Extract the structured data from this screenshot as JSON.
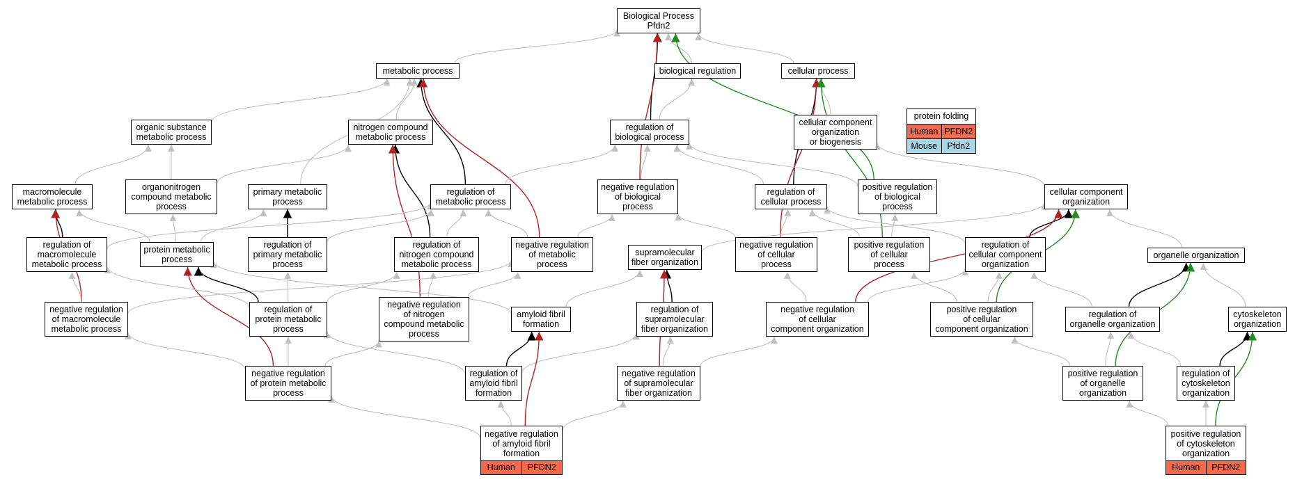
{
  "nodes": {
    "root": [
      "Biological Process",
      "Pfdn2"
    ],
    "metabolic": [
      "metabolic process"
    ],
    "bioreg": [
      "biological regulation"
    ],
    "cellproc": [
      "cellular process"
    ],
    "orgsub": [
      "organic substance",
      "metabolic process"
    ],
    "nitrogen": [
      "nitrogen compound",
      "metabolic process"
    ],
    "regbio": [
      "regulation of",
      "biological process"
    ],
    "ccob": [
      "cellular component",
      "organization",
      "or biogenesis"
    ],
    "macro": [
      "macromolecule",
      "metabolic process"
    ],
    "orgnitro": [
      "organonitrogen",
      "compound metabolic",
      "process"
    ],
    "primary": [
      "primary metabolic",
      "process"
    ],
    "regmet": [
      "regulation of",
      "metabolic process"
    ],
    "negbio": [
      "negative regulation",
      "of biological",
      "process"
    ],
    "regcell": [
      "regulation of",
      "cellular process"
    ],
    "posbio": [
      "positive regulation",
      "of biological",
      "process"
    ],
    "ccorg": [
      "cellular component",
      "organization"
    ],
    "regmacro": [
      "regulation of",
      "macromolecule",
      "metabolic process"
    ],
    "protmet": [
      "protein metabolic",
      "process"
    ],
    "regprim": [
      "regulation of",
      "primary metabolic",
      "process"
    ],
    "regnitro": [
      "regulation of",
      "nitrogen compound",
      "metabolic process"
    ],
    "negmet": [
      "negative regulation",
      "of metabolic",
      "process"
    ],
    "supra": [
      "supramolecular",
      "fiber organization"
    ],
    "negcell": [
      "negative regulation",
      "of cellular",
      "process"
    ],
    "poscell": [
      "positive regulation",
      "of cellular",
      "process"
    ],
    "regcc": [
      "regulation of",
      "cellular component",
      "organization"
    ],
    "organelle": [
      "organelle organization"
    ],
    "negmacro": [
      "negative regulation",
      "of macromolecule",
      "metabolic process"
    ],
    "regprot": [
      "regulation of",
      "protein metabolic",
      "process"
    ],
    "negnitro": [
      "negative regulation",
      "of nitrogen",
      "compound metabolic",
      "process"
    ],
    "amyloid": [
      "amyloid fibril",
      "formation"
    ],
    "regsupra": [
      "regulation of",
      "supramolecular",
      "fiber organization"
    ],
    "negcc": [
      "negative regulation",
      "of cellular",
      "component organization"
    ],
    "poscc": [
      "positive regulation",
      "of cellular",
      "component organization"
    ],
    "regorg": [
      "regulation of",
      "organelle organization"
    ],
    "cyto": [
      "cytoskeleton",
      "organization"
    ],
    "negprot": [
      "negative regulation",
      "of protein metabolic",
      "process"
    ],
    "regamy": [
      "regulation of",
      "amyloid fibril",
      "formation"
    ],
    "negsupra": [
      "negative regulation",
      "of supramolecular",
      "fiber organization"
    ],
    "posorg": [
      "positive regulation",
      "of organelle",
      "organization"
    ],
    "regcyto": [
      "regulation of",
      "cytoskeleton",
      "organization"
    ],
    "negamy": [
      "negative regulation",
      "of amyloid fibril",
      "formation"
    ],
    "poscyto": [
      "positive regulation",
      "of cytoskeleton",
      "organization"
    ]
  },
  "gene_tags": {
    "negamy": [
      "Human",
      "PFDN2"
    ],
    "poscyto": [
      "Human",
      "PFDN2"
    ]
  },
  "legend": {
    "title": "protein folding",
    "rows": [
      {
        "species": "Human",
        "gene": "PFDN2",
        "color": "#f26a4b"
      },
      {
        "species": "Mouse",
        "gene": "Pfdn2",
        "color": "#a9d7e6"
      }
    ]
  },
  "edge_colors": {
    "is_a": "#c0c0c0",
    "regulates": "#000000",
    "negatively_regulates": "#b22222",
    "positively_regulates": "#228b22"
  },
  "edges": [
    {
      "from": "metabolic",
      "to": "root",
      "type": "is_a"
    },
    {
      "from": "bioreg",
      "to": "root",
      "type": "is_a"
    },
    {
      "from": "cellproc",
      "to": "root",
      "type": "is_a"
    },
    {
      "from": "regbio",
      "to": "root",
      "type": "regulates"
    },
    {
      "from": "negbio",
      "to": "root",
      "type": "negatively_regulates"
    },
    {
      "from": "posbio",
      "to": "root",
      "type": "positively_regulates"
    },
    {
      "from": "regbio",
      "to": "bioreg",
      "type": "is_a"
    },
    {
      "from": "orgsub",
      "to": "metabolic",
      "type": "is_a"
    },
    {
      "from": "nitrogen",
      "to": "metabolic",
      "type": "is_a"
    },
    {
      "from": "primary",
      "to": "metabolic",
      "type": "is_a"
    },
    {
      "from": "regmet",
      "to": "metabolic",
      "type": "regulates"
    },
    {
      "from": "negmet",
      "to": "metabolic",
      "type": "negatively_regulates"
    },
    {
      "from": "ccob",
      "to": "cellproc",
      "type": "is_a"
    },
    {
      "from": "regcell",
      "to": "cellproc",
      "type": "regulates"
    },
    {
      "from": "negcell",
      "to": "cellproc",
      "type": "negatively_regulates"
    },
    {
      "from": "poscell",
      "to": "cellproc",
      "type": "positively_regulates"
    },
    {
      "from": "macro",
      "to": "orgsub",
      "type": "is_a"
    },
    {
      "from": "orgnitro",
      "to": "orgsub",
      "type": "is_a"
    },
    {
      "from": "orgnitro",
      "to": "nitrogen",
      "type": "is_a"
    },
    {
      "from": "regnitro",
      "to": "nitrogen",
      "type": "regulates"
    },
    {
      "from": "negnitro",
      "to": "nitrogen",
      "type": "negatively_regulates"
    },
    {
      "from": "regmet",
      "to": "regbio",
      "type": "is_a"
    },
    {
      "from": "negbio",
      "to": "regbio",
      "type": "is_a"
    },
    {
      "from": "regcell",
      "to": "regbio",
      "type": "is_a"
    },
    {
      "from": "posbio",
      "to": "regbio",
      "type": "is_a"
    },
    {
      "from": "ccorg",
      "to": "ccob",
      "type": "is_a"
    },
    {
      "from": "regmacro",
      "to": "macro",
      "type": "regulates"
    },
    {
      "from": "negmacro",
      "to": "macro",
      "type": "negatively_regulates"
    },
    {
      "from": "protmet",
      "to": "macro",
      "type": "is_a"
    },
    {
      "from": "protmet",
      "to": "orgnitro",
      "type": "is_a"
    },
    {
      "from": "protmet",
      "to": "primary",
      "type": "is_a"
    },
    {
      "from": "regprim",
      "to": "primary",
      "type": "regulates"
    },
    {
      "from": "regmacro",
      "to": "regmet",
      "type": "is_a"
    },
    {
      "from": "regprim",
      "to": "regmet",
      "type": "is_a"
    },
    {
      "from": "regnitro",
      "to": "regmet",
      "type": "is_a"
    },
    {
      "from": "negmet",
      "to": "regmet",
      "type": "is_a"
    },
    {
      "from": "negmet",
      "to": "negbio",
      "type": "is_a"
    },
    {
      "from": "negcell",
      "to": "negbio",
      "type": "is_a"
    },
    {
      "from": "negcell",
      "to": "regcell",
      "type": "is_a"
    },
    {
      "from": "poscell",
      "to": "regcell",
      "type": "is_a"
    },
    {
      "from": "regcc",
      "to": "regcell",
      "type": "is_a"
    },
    {
      "from": "poscell",
      "to": "posbio",
      "type": "is_a"
    },
    {
      "from": "organelle",
      "to": "ccorg",
      "type": "is_a"
    },
    {
      "from": "supra",
      "to": "ccorg",
      "type": "is_a"
    },
    {
      "from": "regcc",
      "to": "ccorg",
      "type": "regulates"
    },
    {
      "from": "negcc",
      "to": "ccorg",
      "type": "negatively_regulates"
    },
    {
      "from": "poscc",
      "to": "ccorg",
      "type": "positively_regulates"
    },
    {
      "from": "negmacro",
      "to": "regmacro",
      "type": "is_a"
    },
    {
      "from": "negmacro",
      "to": "negmet",
      "type": "is_a"
    },
    {
      "from": "regprot",
      "to": "protmet",
      "type": "regulates"
    },
    {
      "from": "negprot",
      "to": "protmet",
      "type": "negatively_regulates"
    },
    {
      "from": "amyloid",
      "to": "protmet",
      "type": "is_a"
    },
    {
      "from": "regprot",
      "to": "regmacro",
      "type": "is_a"
    },
    {
      "from": "regprot",
      "to": "regprim",
      "type": "is_a"
    },
    {
      "from": "regprot",
      "to": "regnitro",
      "type": "is_a"
    },
    {
      "from": "negnitro",
      "to": "regnitro",
      "type": "is_a"
    },
    {
      "from": "negnitro",
      "to": "negmet",
      "type": "is_a"
    },
    {
      "from": "amyloid",
      "to": "supra",
      "type": "is_a"
    },
    {
      "from": "regsupra",
      "to": "supra",
      "type": "regulates"
    },
    {
      "from": "negsupra",
      "to": "supra",
      "type": "negatively_regulates"
    },
    {
      "from": "negcc",
      "to": "negcell",
      "type": "is_a"
    },
    {
      "from": "negcc",
      "to": "regcc",
      "type": "is_a"
    },
    {
      "from": "poscc",
      "to": "poscell",
      "type": "is_a"
    },
    {
      "from": "poscc",
      "to": "regcc",
      "type": "is_a"
    },
    {
      "from": "regorg",
      "to": "regcc",
      "type": "is_a"
    },
    {
      "from": "regorg",
      "to": "organelle",
      "type": "regulates"
    },
    {
      "from": "cyto",
      "to": "organelle",
      "type": "is_a"
    },
    {
      "from": "posorg",
      "to": "organelle",
      "type": "positively_regulates"
    },
    {
      "from": "negprot",
      "to": "negmacro",
      "type": "is_a"
    },
    {
      "from": "negprot",
      "to": "regprot",
      "type": "is_a"
    },
    {
      "from": "negprot",
      "to": "negnitro",
      "type": "is_a"
    },
    {
      "from": "regamy",
      "to": "regprot",
      "type": "is_a"
    },
    {
      "from": "regamy",
      "to": "amyloid",
      "type": "regulates"
    },
    {
      "from": "regamy",
      "to": "regsupra",
      "type": "is_a"
    },
    {
      "from": "negsupra",
      "to": "regsupra",
      "type": "is_a"
    },
    {
      "from": "negsupra",
      "to": "negcc",
      "type": "is_a"
    },
    {
      "from": "posorg",
      "to": "poscc",
      "type": "is_a"
    },
    {
      "from": "posorg",
      "to": "regorg",
      "type": "is_a"
    },
    {
      "from": "regcyto",
      "to": "regorg",
      "type": "is_a"
    },
    {
      "from": "regcyto",
      "to": "cyto",
      "type": "regulates"
    },
    {
      "from": "poscyto",
      "to": "cyto",
      "type": "positively_regulates"
    },
    {
      "from": "poscyto",
      "to": "regcyto",
      "type": "is_a"
    },
    {
      "from": "poscyto",
      "to": "posorg",
      "type": "is_a"
    },
    {
      "from": "negamy",
      "to": "amyloid",
      "type": "negatively_regulates"
    },
    {
      "from": "negamy",
      "to": "regamy",
      "type": "is_a"
    },
    {
      "from": "negamy",
      "to": "negprot",
      "type": "is_a"
    },
    {
      "from": "negamy",
      "to": "negsupra",
      "type": "is_a"
    }
  ]
}
